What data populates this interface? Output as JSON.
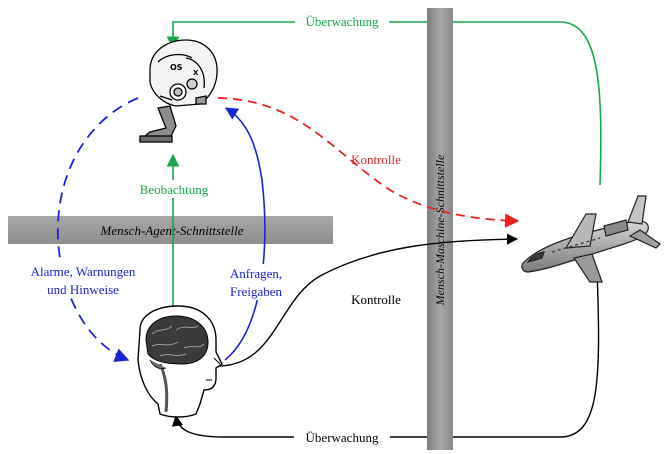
{
  "interfaces": {
    "agent_interface": "Mensch-Agent-Schnittstelle",
    "machine_interface": "Mensch-Maschine-Schnittstelle"
  },
  "labels": {
    "top_monitoring": "Überwachung",
    "bottom_monitoring": "Überwachung",
    "agent_control": "Kontrolle",
    "human_control": "Kontrolle",
    "observation": "Beobachtung",
    "alarms_line1": "Alarme, Warnungen",
    "alarms_line2": "und Hinweise",
    "requests_line1": "Anfragen,",
    "requests_line2": "Freigaben"
  },
  "colors": {
    "green": "#1aa64a",
    "red": "#e8231f",
    "blue": "#1a24d6",
    "black": "#000000",
    "bar": "#9b9b9b"
  },
  "icons": {
    "agent": "robot-head-icon",
    "human": "human-brain-head-icon",
    "machine": "aircraft-icon"
  }
}
